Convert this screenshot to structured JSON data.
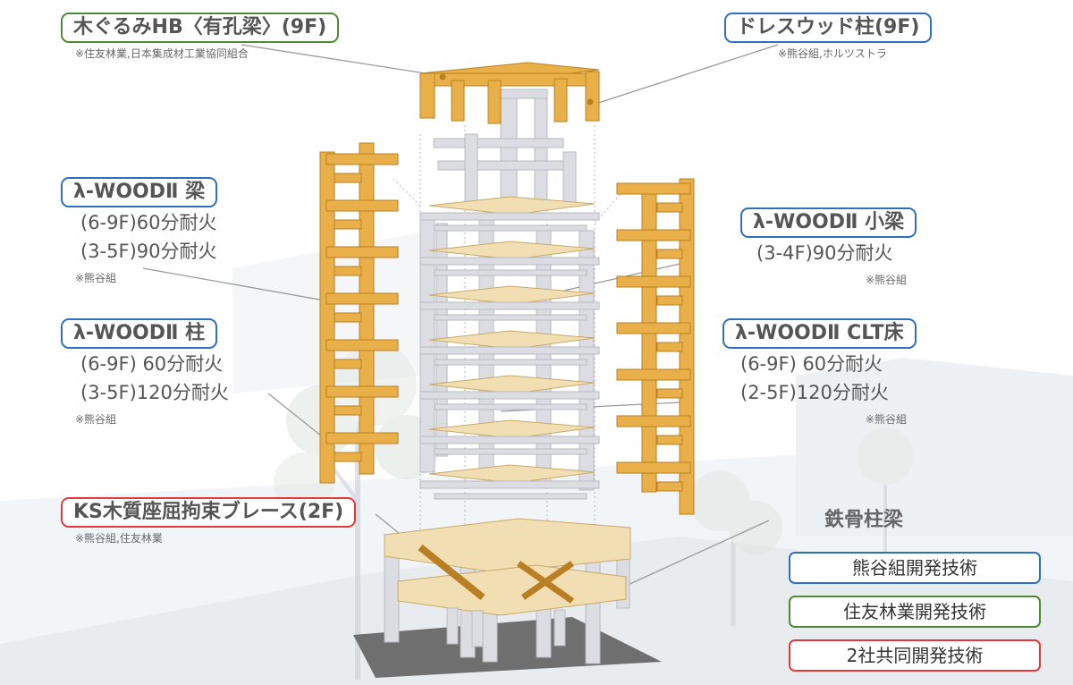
{
  "labels": {
    "hb": {
      "title": "木ぐるみHB〈有孔梁〉(9F)",
      "note": "※住友林業,日本集成材工業協同組合"
    },
    "dress": {
      "title": "ドレスウッド柱(9F)",
      "note": "※熊谷組,ホルツストラ"
    },
    "beam": {
      "title": "λ-WOODⅡ 梁",
      "spec1": "(6-9F)60分耐火",
      "spec2": "(3-5F)90分耐火",
      "note": "※熊谷組"
    },
    "small_beam": {
      "title": "λ-WOODⅡ 小梁",
      "spec1": "(3-4F)90分耐火",
      "note": "※熊谷組"
    },
    "column": {
      "title": "λ-WOODⅡ 柱",
      "spec1": "(6-9F)  60分耐火",
      "spec2": "(3-5F)120分耐火",
      "note": "※熊谷組"
    },
    "clt": {
      "title": "λ-WOODⅡ CLT床",
      "spec1": "(6-9F)  60分耐火",
      "spec2": "(2-5F)120分耐火",
      "note": "※熊谷組"
    },
    "brace": {
      "title": "KS木質座屈拘束ブレース(2F)",
      "note": "※熊谷組,住友林業"
    },
    "steel": {
      "title": "鉄骨柱梁"
    }
  },
  "legend": [
    {
      "label": "熊谷組開発技術",
      "color": "#2e6fc0"
    },
    {
      "label": "住友林業開発技術",
      "color": "#4f8a3a"
    },
    {
      "label": "2社共同開発技術",
      "color": "#e23a3a"
    }
  ],
  "colors": {
    "wood": "#e9b04a",
    "wood_dark": "#b97f22",
    "floor": "#f1dfb3",
    "steel": "#dcdde2",
    "steel_edge": "#b9bac2"
  }
}
